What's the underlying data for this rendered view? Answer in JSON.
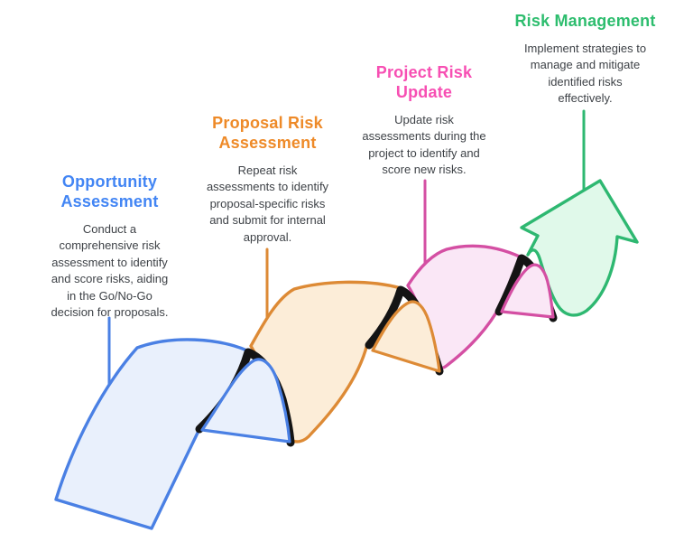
{
  "diagram": {
    "type": "wave-ribbon-infographic",
    "background": "#ffffff",
    "fold_shadow_color": "#141414",
    "text_color": "#3e4247",
    "stages": [
      {
        "title": "Opportunity\nAssessment",
        "description": "Conduct a\ncomprehensive risk\nassessment to identify\nand score risks, aiding\nin the Go/No-Go\ndecision for proposals.",
        "title_color": "#4285f4",
        "ribbon_stroke": "#4a80e4",
        "ribbon_fill": "#e9f0fc"
      },
      {
        "title": "Proposal Risk\nAssessment",
        "description": "Repeat risk\nassessments to identify\nproposal-specific risks\nand submit for internal\napproval.",
        "title_color": "#ee8a28",
        "ribbon_stroke": "#dd8a35",
        "ribbon_fill": "#fcedd8"
      },
      {
        "title": "Project Risk\nUpdate",
        "description": "Update risk\nassessments during the\nproject to identify and\nscore new risks.",
        "title_color": "#f74fb3",
        "ribbon_stroke": "#d44fa3",
        "ribbon_fill": "#fae7f6"
      },
      {
        "title": "Risk Management",
        "description": "Implement strategies to\nmanage and mitigate\nidentified risks\neffectively.",
        "title_color": "#2dbd6e",
        "ribbon_stroke": "#2eb871",
        "ribbon_fill": "#e0f9ea"
      }
    ]
  }
}
